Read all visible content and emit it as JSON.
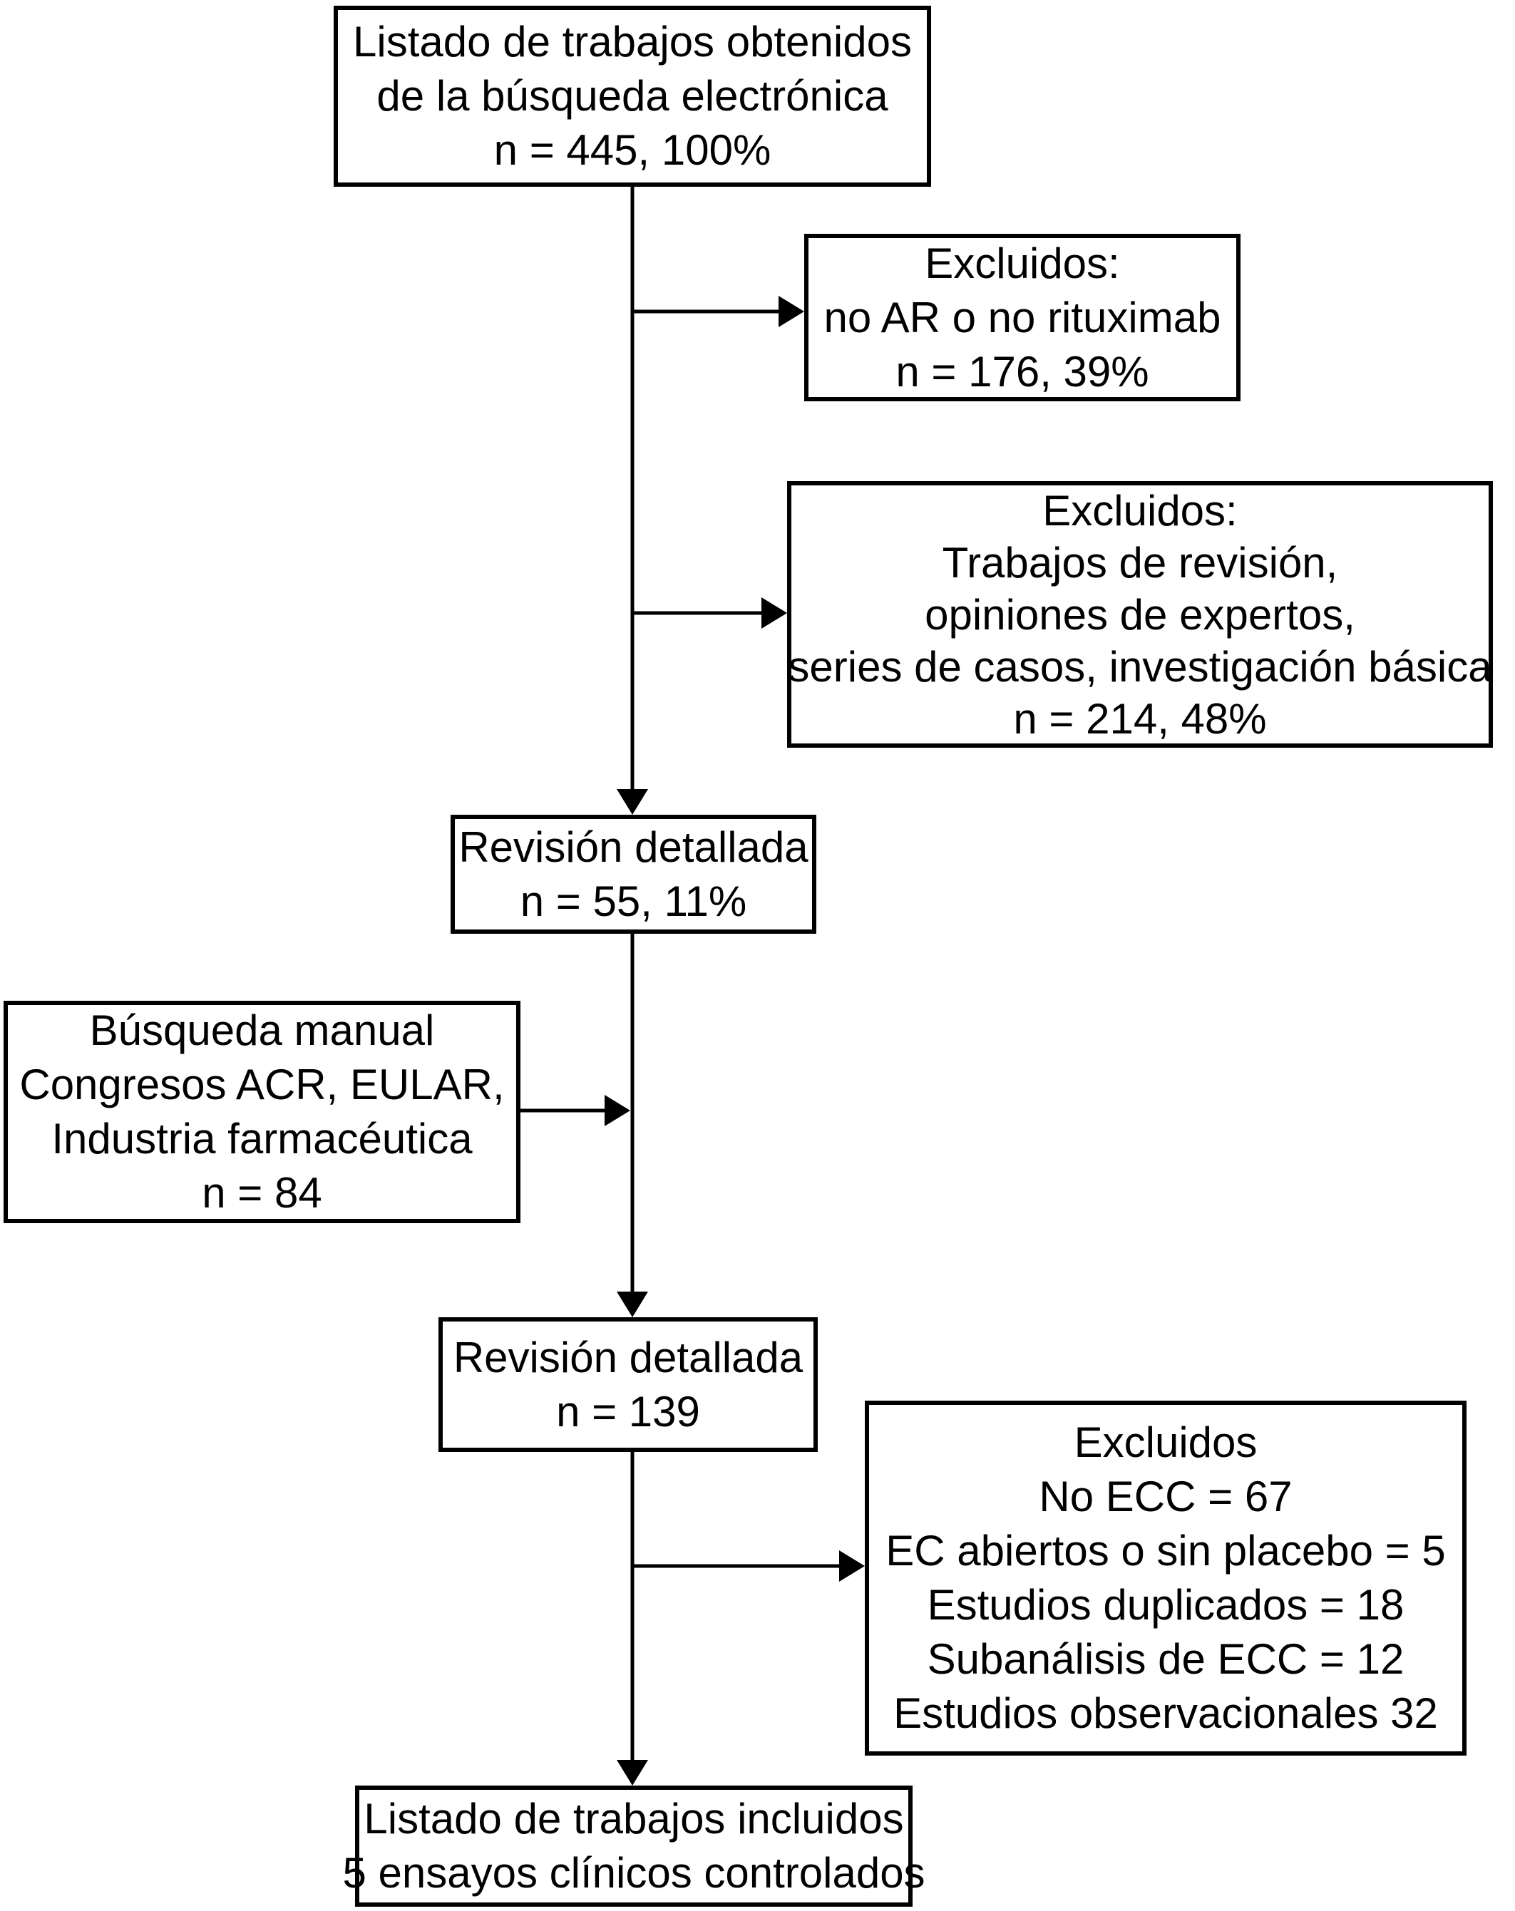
{
  "flowchart": {
    "title": "Study selection flow diagram",
    "language": "es",
    "colors": {
      "background": "#ffffff",
      "box_border": "#000000",
      "text": "#000000",
      "arrow": "#000000"
    },
    "boxes": [
      {
        "id": "electronic-search",
        "lines": [
          "Listado de trabajos obtenidos",
          "de la búsqueda electrónica",
          "n = 445, 100%"
        ]
      },
      {
        "id": "excluded-no-ar",
        "lines": [
          "Excluidos:",
          "no AR o no rituximab",
          "n = 176, 39%"
        ]
      },
      {
        "id": "excluded-reviews",
        "lines": [
          "Excluidos:",
          "Trabajos de revisión,",
          "opiniones de expertos,",
          "series de casos, investigación básica",
          "n = 214, 48%"
        ]
      },
      {
        "id": "detailed-review-55",
        "lines": [
          "Revisión detallada",
          "n = 55, 11%"
        ]
      },
      {
        "id": "manual-search",
        "lines": [
          "Búsqueda manual",
          "Congresos ACR, EULAR,",
          "Industria farmacéutica",
          "n = 84"
        ]
      },
      {
        "id": "detailed-review-139",
        "lines": [
          "Revisión detallada",
          "n = 139"
        ]
      },
      {
        "id": "excluded-non-ecc",
        "lines": [
          "Excluidos",
          "No ECC = 67",
          "EC abiertos o sin placebo = 5",
          "Estudios duplicados = 18",
          "Subanálisis de ECC = 12",
          "Estudios observacionales 32"
        ]
      },
      {
        "id": "included-trials",
        "lines": [
          "Listado de trabajos incluidos",
          "5 ensayos clínicos controlados"
        ]
      }
    ],
    "edges": [
      {
        "from": "electronic-search",
        "to": "excluded-no-ar"
      },
      {
        "from": "electronic-search",
        "to": "excluded-reviews"
      },
      {
        "from": "electronic-search",
        "to": "detailed-review-55"
      },
      {
        "from": "detailed-review-55",
        "to": "detailed-review-139"
      },
      {
        "from": "manual-search",
        "to": "detailed-review-139"
      },
      {
        "from": "detailed-review-139",
        "to": "excluded-non-ecc"
      },
      {
        "from": "detailed-review-139",
        "to": "included-trials"
      }
    ]
  }
}
